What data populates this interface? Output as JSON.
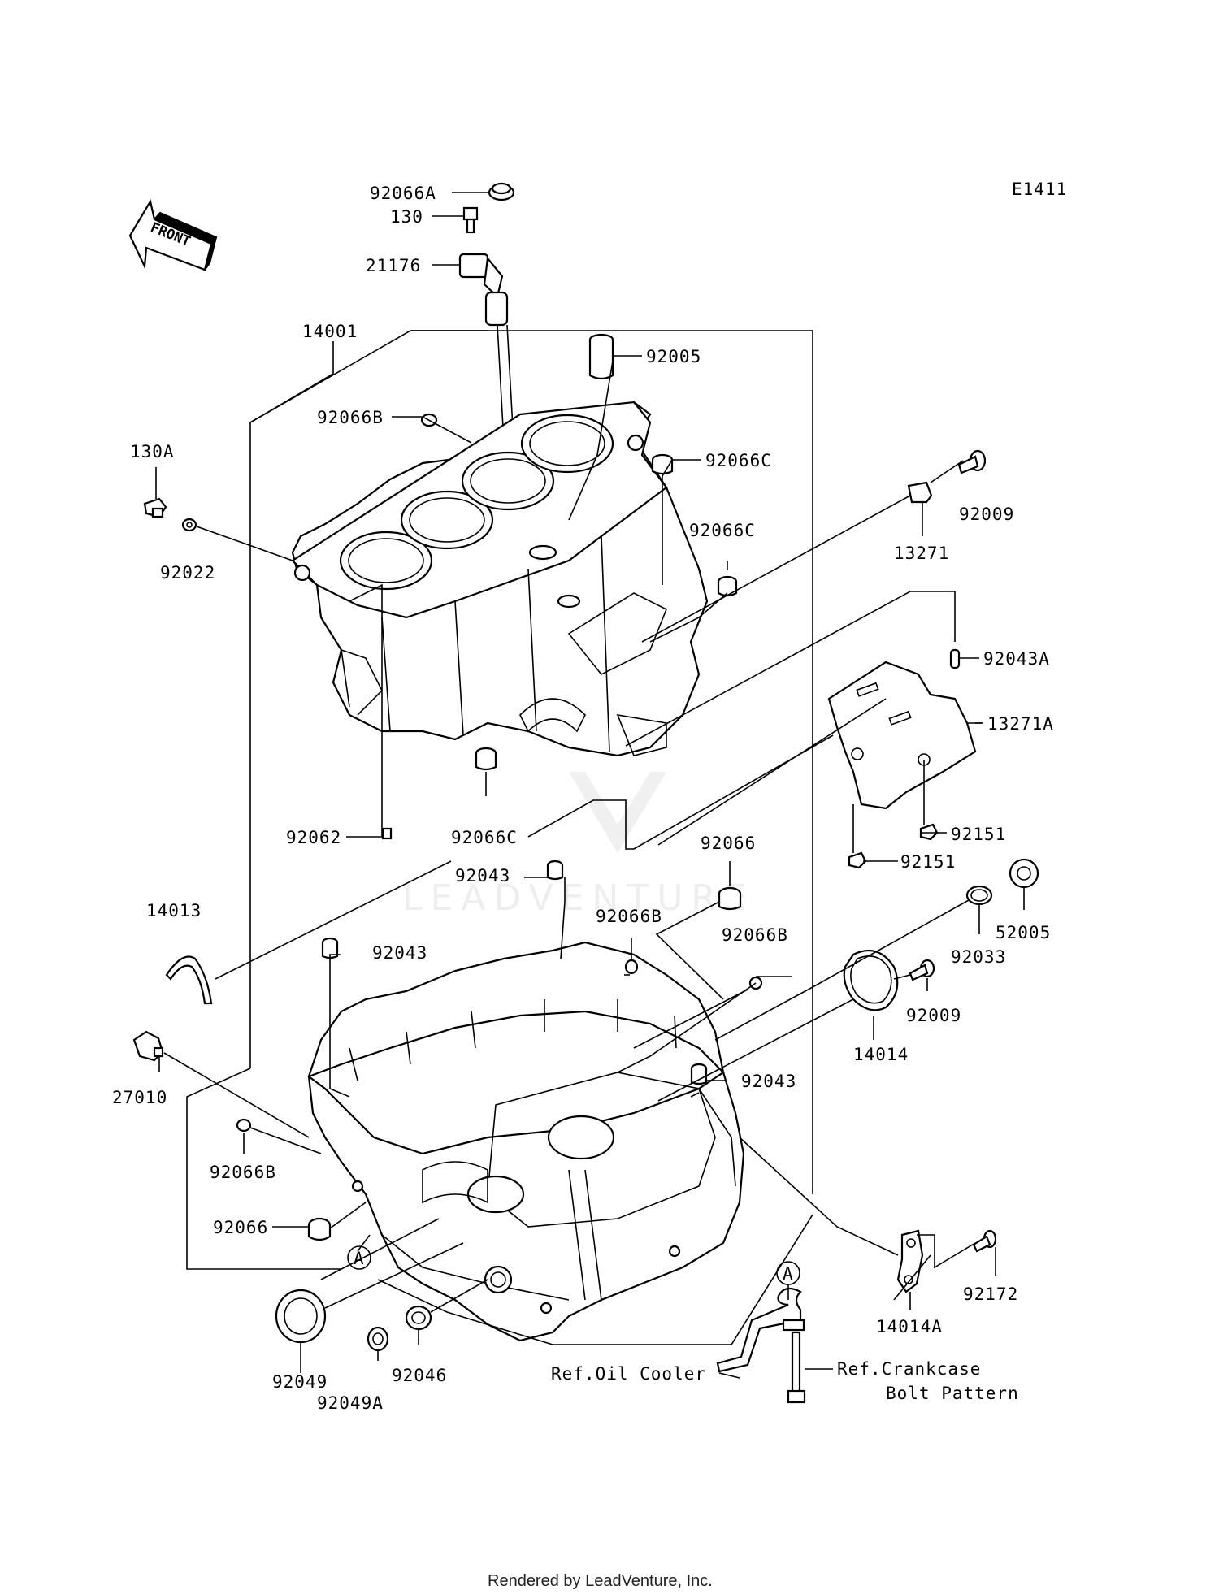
{
  "diagram_code": "E1411",
  "front_arrow_label": "FRONT",
  "watermark": "LEADVENTURE",
  "footer": "Rendered by LeadVenture, Inc.",
  "callouts": [
    {
      "id": "p92066A",
      "text": "92066A"
    },
    {
      "id": "p130",
      "text": "130"
    },
    {
      "id": "p21176",
      "text": "21176"
    },
    {
      "id": "p14001",
      "text": "14001"
    },
    {
      "id": "p92005",
      "text": "92005"
    },
    {
      "id": "p92066B_top",
      "text": "92066B"
    },
    {
      "id": "p130A",
      "text": "130A"
    },
    {
      "id": "p92022",
      "text": "92022"
    },
    {
      "id": "p92066C_a",
      "text": "92066C"
    },
    {
      "id": "p92066C_b",
      "text": "92066C"
    },
    {
      "id": "p92009_a",
      "text": "92009"
    },
    {
      "id": "p13271",
      "text": "13271"
    },
    {
      "id": "p92043A",
      "text": "92043A"
    },
    {
      "id": "p13271A",
      "text": "13271A"
    },
    {
      "id": "p92062",
      "text": "92062"
    },
    {
      "id": "p92066C_c",
      "text": "92066C"
    },
    {
      "id": "p92151_a",
      "text": "92151"
    },
    {
      "id": "p92151_b",
      "text": "92151"
    },
    {
      "id": "p92066",
      "text": "92066"
    },
    {
      "id": "p92043_a",
      "text": "92043"
    },
    {
      "id": "p14013",
      "text": "14013"
    },
    {
      "id": "p92066B_mid",
      "text": "92066B"
    },
    {
      "id": "p92066B_right",
      "text": "92066B"
    },
    {
      "id": "p52005",
      "text": "52005"
    },
    {
      "id": "p92033",
      "text": "92033"
    },
    {
      "id": "p92043_b",
      "text": "92043"
    },
    {
      "id": "p92009_b",
      "text": "92009"
    },
    {
      "id": "p14014",
      "text": "14014"
    },
    {
      "id": "p27010",
      "text": "27010"
    },
    {
      "id": "p92043_c",
      "text": "92043"
    },
    {
      "id": "p92066B_low",
      "text": "92066B"
    },
    {
      "id": "p92066_low",
      "text": "92066"
    },
    {
      "id": "pA1",
      "text": "A"
    },
    {
      "id": "pA2",
      "text": "A"
    },
    {
      "id": "p92172",
      "text": "92172"
    },
    {
      "id": "p14014A",
      "text": "14014A"
    },
    {
      "id": "p92049",
      "text": "92049"
    },
    {
      "id": "p92046",
      "text": "92046"
    },
    {
      "id": "p92049A",
      "text": "92049A"
    },
    {
      "id": "pRefOil",
      "text": "Ref.Oil Cooler"
    },
    {
      "id": "pRefCrank1",
      "text": "Ref.Crankcase"
    },
    {
      "id": "pRefCrank2",
      "text": "Bolt Pattern"
    }
  ]
}
